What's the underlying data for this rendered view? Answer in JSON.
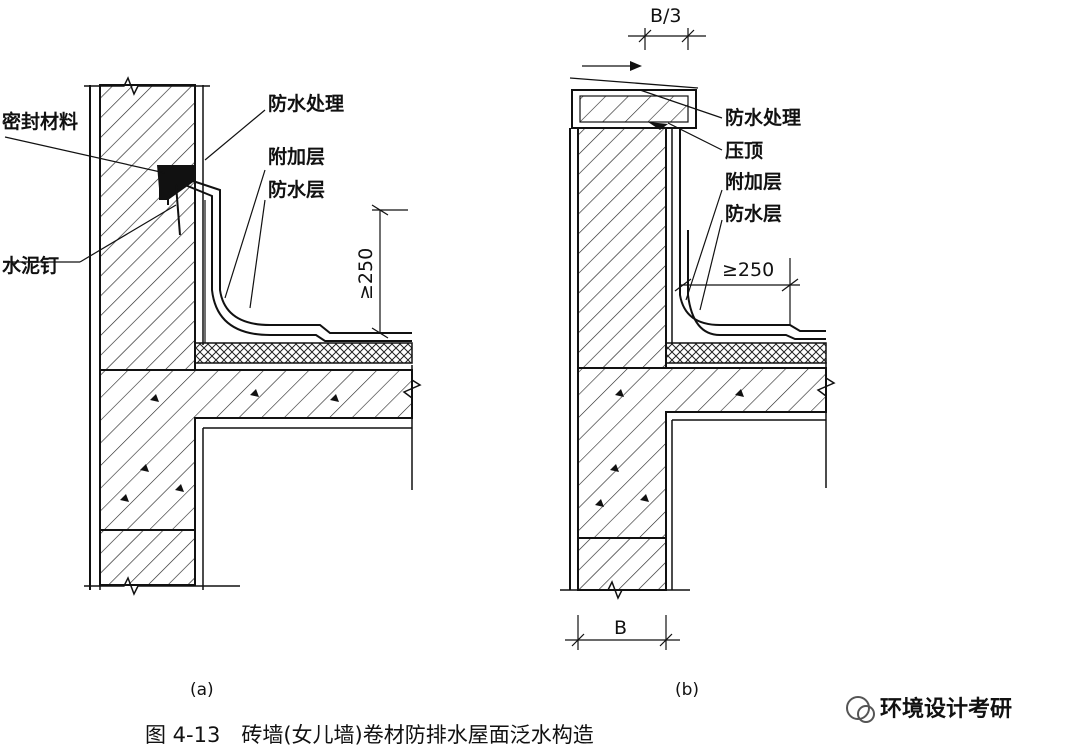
{
  "figure": {
    "caption": "图 4-13　砖墙(女儿墙)卷材防排水屋面泛水构造",
    "panel_a": {
      "sub_label": "(a)",
      "labels": {
        "seal": "密封材料",
        "waterproof_treatment": "防水处理",
        "additional_layer": "附加层",
        "waterproof_layer": "防水层",
        "nail": "水泥钉"
      },
      "dimension": "≥250"
    },
    "panel_b": {
      "sub_label": "(b)",
      "labels": {
        "waterproof_treatment": "防水处理",
        "coping": "压顶",
        "additional_layer": "附加层",
        "waterproof_layer": "防水层"
      },
      "dimension": "≥250",
      "top_dimension": "B/3",
      "width_dimension": "B"
    }
  },
  "watermark": {
    "text": "环境设计考研"
  }
}
